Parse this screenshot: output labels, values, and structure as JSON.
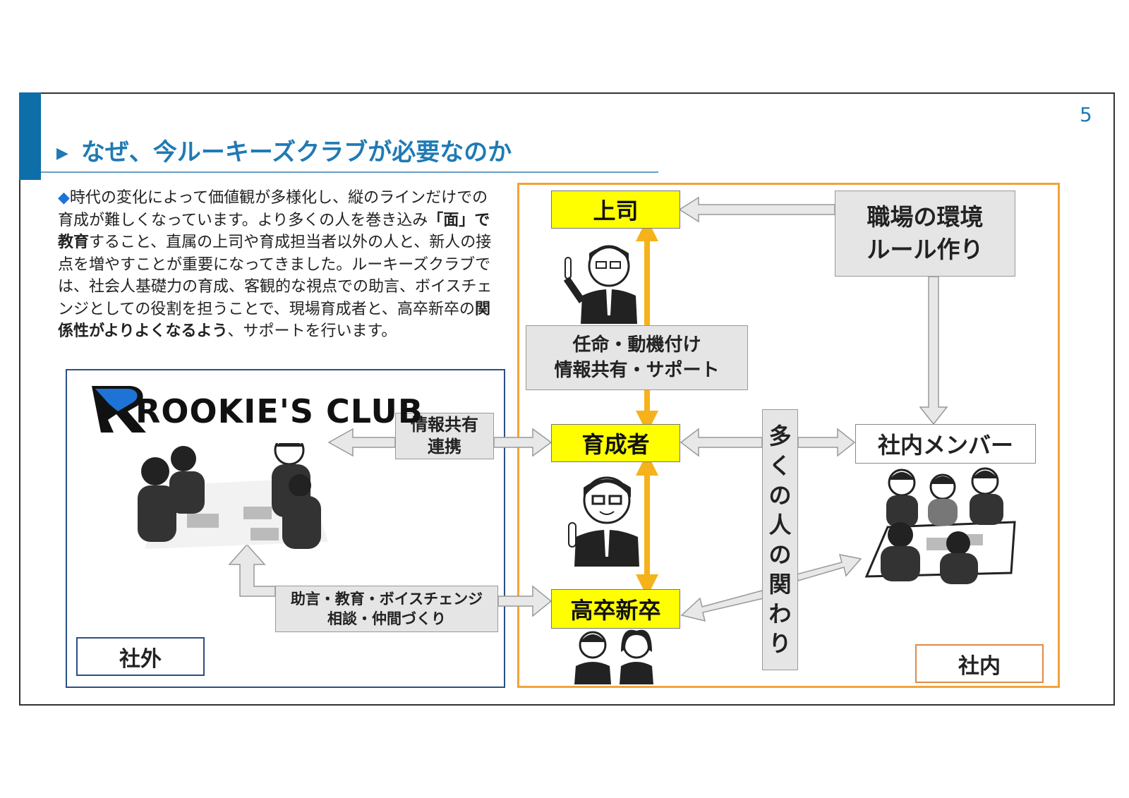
{
  "page_number": "5",
  "title": "なぜ、今ルーキーズクラブが必要なのか",
  "intro": {
    "bullet": "◆",
    "p1": "時代の変化によって価値観が多様化し、縦のラインだけでの育成が難しくなっています。より多くの人を巻き込み",
    "b1": "「面」で教育",
    "p2": "すること、直属の上司や育成担当者以外の人と、新人の接点を増やすことが重要になってきました。ルーキーズクラブでは、社会人基礎力の育成、客観的な視点での助言、ボイスチェンジとしての役割を担うことで、現場育成者と、高卒新卒の",
    "b2": "関係性がよりよくなるよう",
    "p3": "、サポートを行います。"
  },
  "logo_text": "ROOKIE'S CLUB",
  "nodes": {
    "boss": "上司",
    "trainer": "育成者",
    "newhire": "高卒新卒",
    "members": "社内メンバー"
  },
  "boxes": {
    "workplace_line1": "職場の環境",
    "workplace_line2": "ルール作り",
    "role_line1": "任命・動機付け",
    "role_line2": "情報共有・サポート",
    "share_line1": "情報共有",
    "share_line2": "連携",
    "advice_line1": "助言・教育・ボイスチェンジ",
    "advice_line2": "相談・仲間づくり",
    "many_people": "多くの人の関わり"
  },
  "labels": {
    "outside": "社外",
    "inside": "社内"
  },
  "colors": {
    "title_blue": "#1f7ab4",
    "node_yellow": "#ffff00",
    "arrow_orange": "#f5b21a",
    "frame_orange": "#f2a33a",
    "frame_navy": "#2c4f86"
  },
  "icons": [
    "people-meeting-illustration",
    "boss-illustration",
    "trainer-illustration",
    "newhire-illustration",
    "members-meeting-illustration"
  ]
}
